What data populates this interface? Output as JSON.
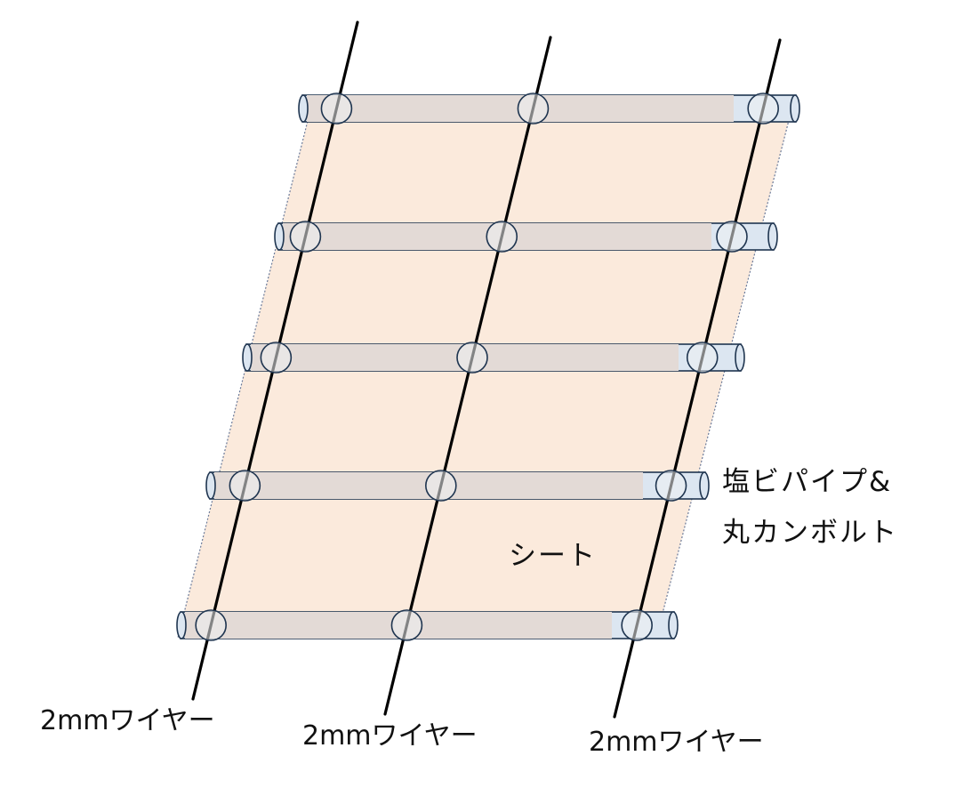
{
  "diagram": {
    "wire_labels": [
      "2mmワイヤー",
      "2mmワイヤー",
      "2mmワイヤー"
    ],
    "pipe_label_line1": "塩ビパイプ&",
    "pipe_label_line2": "丸カンボルト",
    "sheet_label": "シート",
    "pipe_count": 5,
    "wire_count": 3
  },
  "colors": {
    "sheet_fill": "#fbeadc",
    "sheet_border": "#6b7a99",
    "pipe_outer_fill": "#dce6f1",
    "pipe_inner_fill": "#e3dad6",
    "pipe_stroke": "#1f3550",
    "ring_fill": "#eef0f2",
    "wire": "#000000",
    "text": "#111111"
  }
}
